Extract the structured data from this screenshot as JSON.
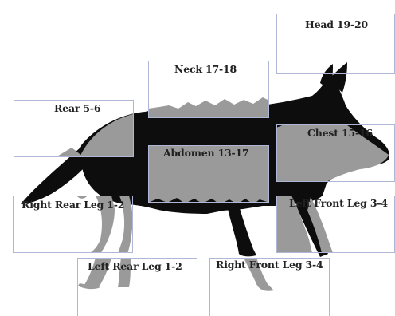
{
  "figure": {
    "title": "",
    "colors": {
      "silhouette": "#0d0d0d",
      "highlight_fill": "#9a9a9a",
      "box_border": "#aeb8d6",
      "label_text": "#222222"
    },
    "regions": {
      "head": "Head 19-20",
      "neck": "Neck 17-18",
      "rear": "Rear 5-6",
      "chest": "Chest 15-16",
      "abdomen": "Abdomen 13-17",
      "right_rear_leg": "Right Rear Leg 1-2",
      "left_front_leg": "Left Front Leg 3-4",
      "left_rear_leg": "Left Rear Leg 1-2",
      "right_front_leg": "Right Front Leg 3-4"
    }
  }
}
